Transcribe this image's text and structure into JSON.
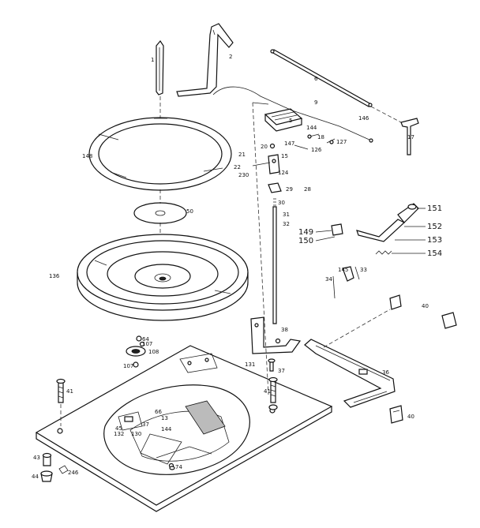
{
  "labels": {
    "p1": "1",
    "p2": "2",
    "p5": "5",
    "p6": "6",
    "p9": "9",
    "p15": "15",
    "p144": "144",
    "p146": "146",
    "p147": "147",
    "p17": "17",
    "p18": "18",
    "p20": "20",
    "p21": "21",
    "p22": "22",
    "p230": "230",
    "p124": "124",
    "p126": "126",
    "p127": "127",
    "p28": "28",
    "p29": "29",
    "p30": "30",
    "p31": "31",
    "p32": "32",
    "p148": "148",
    "p50": "50",
    "p136": "136",
    "p149": "149",
    "p150": "150",
    "p151": "151",
    "p152": "152",
    "p153": "153",
    "p154": "154",
    "p34": "34",
    "p145": "145",
    "p33": "33",
    "p40a": "40",
    "p40b": "40",
    "p38": "38",
    "p36": "36",
    "p37": "37",
    "p131": "131",
    "p64": "64",
    "p107": "107",
    "p108": "108",
    "p107b": "107",
    "p41a": "41",
    "p41b": "41",
    "p43": "43",
    "p44": "44",
    "p246": "246",
    "p74": "74",
    "p66": "66",
    "p13": "13",
    "p144b": "144",
    "p37b": "37",
    "p45": "45",
    "p132": "132",
    "p130": "130"
  }
}
